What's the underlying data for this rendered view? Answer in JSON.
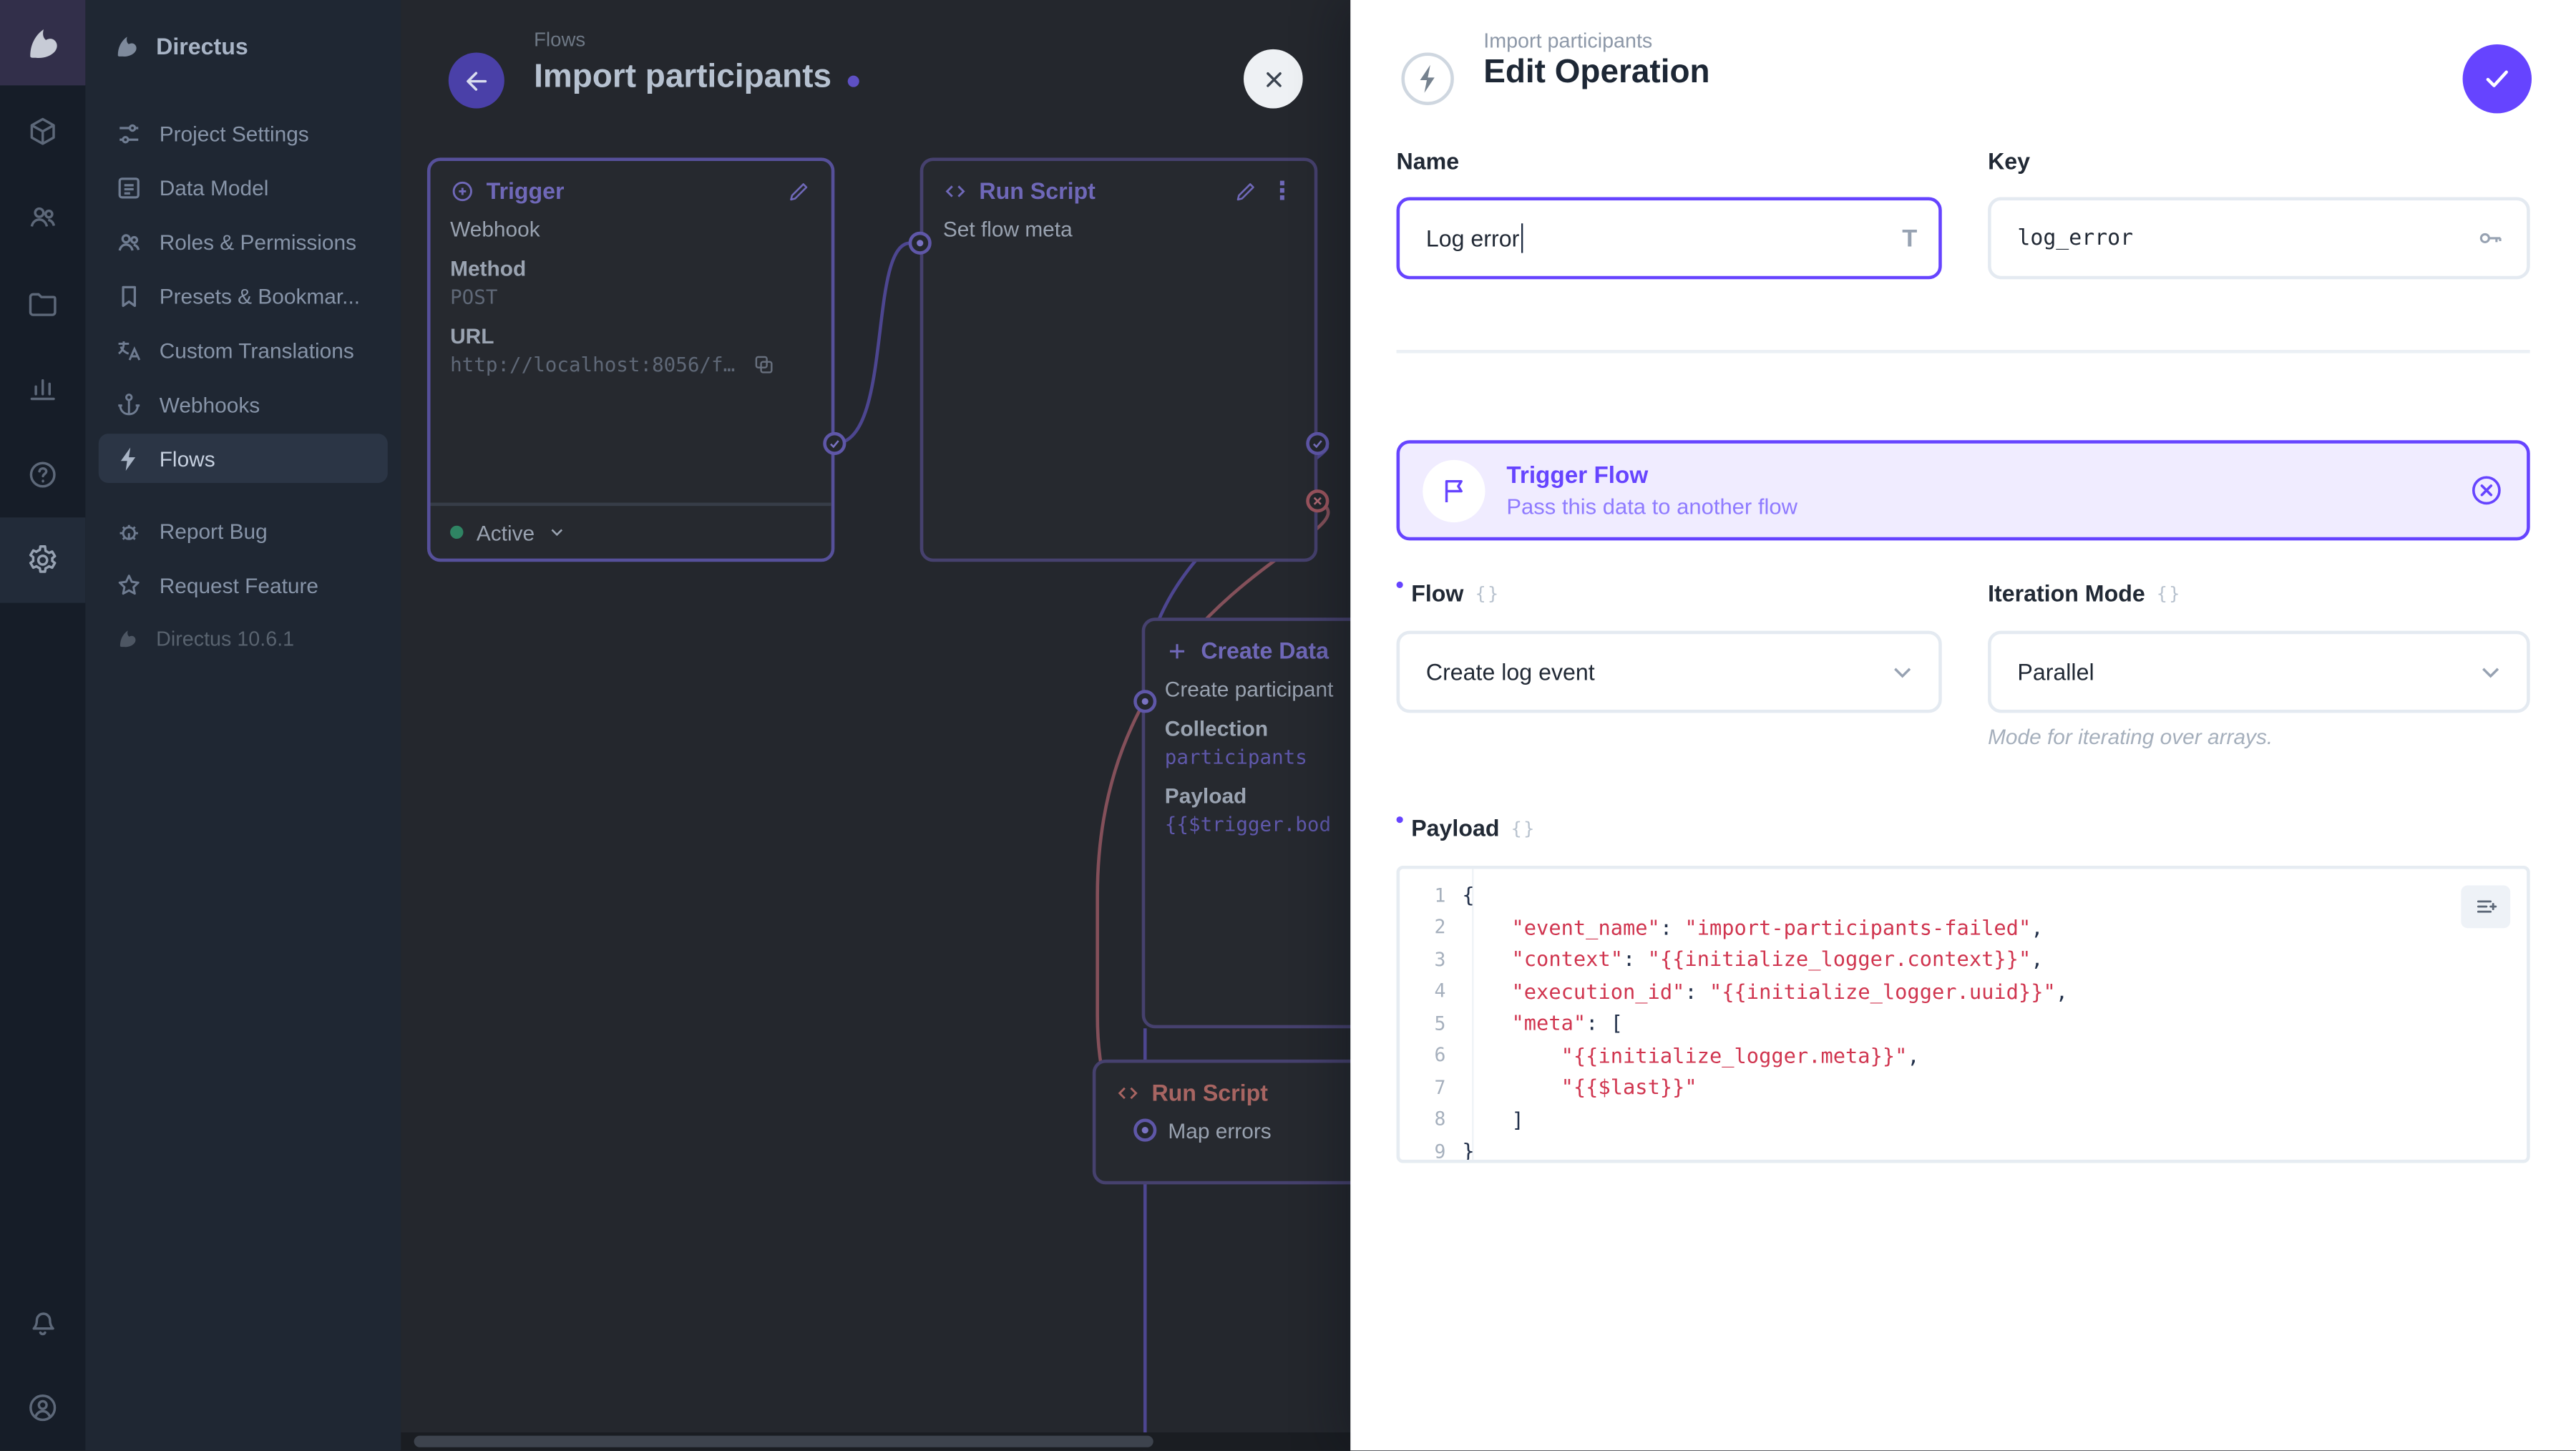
{
  "colors": {
    "accent": "#6644FF",
    "string_token": "#D0354F"
  },
  "nav": {
    "title": "Directus",
    "items": [
      {
        "label": "Project Settings",
        "icon": "tune"
      },
      {
        "label": "Data Model",
        "icon": "data-model"
      },
      {
        "label": "Roles & Permissions",
        "icon": "roles"
      },
      {
        "label": "Presets & Bookmar...",
        "icon": "bookmark"
      },
      {
        "label": "Custom Translations",
        "icon": "translate"
      },
      {
        "label": "Webhooks",
        "icon": "anchor"
      },
      {
        "label": "Flows",
        "icon": "bolt",
        "active": true
      }
    ],
    "secondary_items": [
      {
        "label": "Report Bug",
        "icon": "bug"
      },
      {
        "label": "Request Feature",
        "icon": "star"
      }
    ],
    "version": "Directus 10.6.1"
  },
  "canvas": {
    "breadcrumb": "Flows",
    "title": "Import participants",
    "trigger_card": {
      "header": "Trigger",
      "type": "Webhook",
      "method_label": "Method",
      "method": "POST",
      "url_label": "URL",
      "url": "http://localhost:8056/f...",
      "status": "Active"
    },
    "script_card": {
      "header": "Run Script",
      "subtitle": "Set flow meta"
    },
    "create_card": {
      "header": "Create Data",
      "subtitle": "Create participant",
      "collection_label": "Collection",
      "collection": "participants",
      "payload_label": "Payload",
      "payload": "{{$trigger.bod"
    },
    "error_card": {
      "header": "Run Script",
      "subtitle": "Map errors"
    }
  },
  "drawer": {
    "breadcrumb": "Import participants",
    "title": "Edit Operation",
    "name_field": {
      "label": "Name",
      "value": "Log error"
    },
    "key_field": {
      "label": "Key",
      "value": "log_error"
    },
    "banner": {
      "title": "Trigger Flow",
      "subtitle": "Pass this data to another flow"
    },
    "flow_field": {
      "label": "Flow",
      "value": "Create log event"
    },
    "iteration_field": {
      "label": "Iteration Mode",
      "value": "Parallel",
      "hint": "Mode for iterating over arrays."
    },
    "payload_field": {
      "label": "Payload"
    },
    "payload_editor": {
      "lines": [
        {
          "n": "1",
          "tokens": [
            {
              "t": "{",
              "c": "p"
            }
          ]
        },
        {
          "n": "2",
          "tokens": [
            {
              "t": "    ",
              "c": "p"
            },
            {
              "t": "\"event_name\"",
              "c": "s"
            },
            {
              "t": ": ",
              "c": "p"
            },
            {
              "t": "\"import-participants-failed\"",
              "c": "s"
            },
            {
              "t": ",",
              "c": "p"
            }
          ]
        },
        {
          "n": "3",
          "tokens": [
            {
              "t": "    ",
              "c": "p"
            },
            {
              "t": "\"context\"",
              "c": "s"
            },
            {
              "t": ": ",
              "c": "p"
            },
            {
              "t": "\"{{initialize_logger.context}}\"",
              "c": "s"
            },
            {
              "t": ",",
              "c": "p"
            }
          ]
        },
        {
          "n": "4",
          "tokens": [
            {
              "t": "    ",
              "c": "p"
            },
            {
              "t": "\"execution_id\"",
              "c": "s"
            },
            {
              "t": ": ",
              "c": "p"
            },
            {
              "t": "\"{{initialize_logger.uuid}}\"",
              "c": "s"
            },
            {
              "t": ",",
              "c": "p"
            }
          ]
        },
        {
          "n": "5",
          "tokens": [
            {
              "t": "    ",
              "c": "p"
            },
            {
              "t": "\"meta\"",
              "c": "s"
            },
            {
              "t": ": [",
              "c": "p"
            }
          ]
        },
        {
          "n": "6",
          "tokens": [
            {
              "t": "        ",
              "c": "p"
            },
            {
              "t": "\"{{initialize_logger.meta}}\"",
              "c": "s"
            },
            {
              "t": ",",
              "c": "p"
            }
          ]
        },
        {
          "n": "7",
          "tokens": [
            {
              "t": "        ",
              "c": "p"
            },
            {
              "t": "\"{{$last}}\"",
              "c": "s"
            }
          ]
        },
        {
          "n": "8",
          "tokens": [
            {
              "t": "    ]",
              "c": "p"
            }
          ]
        },
        {
          "n": "9",
          "tokens": [
            {
              "t": "}",
              "c": "p"
            }
          ]
        }
      ]
    }
  }
}
